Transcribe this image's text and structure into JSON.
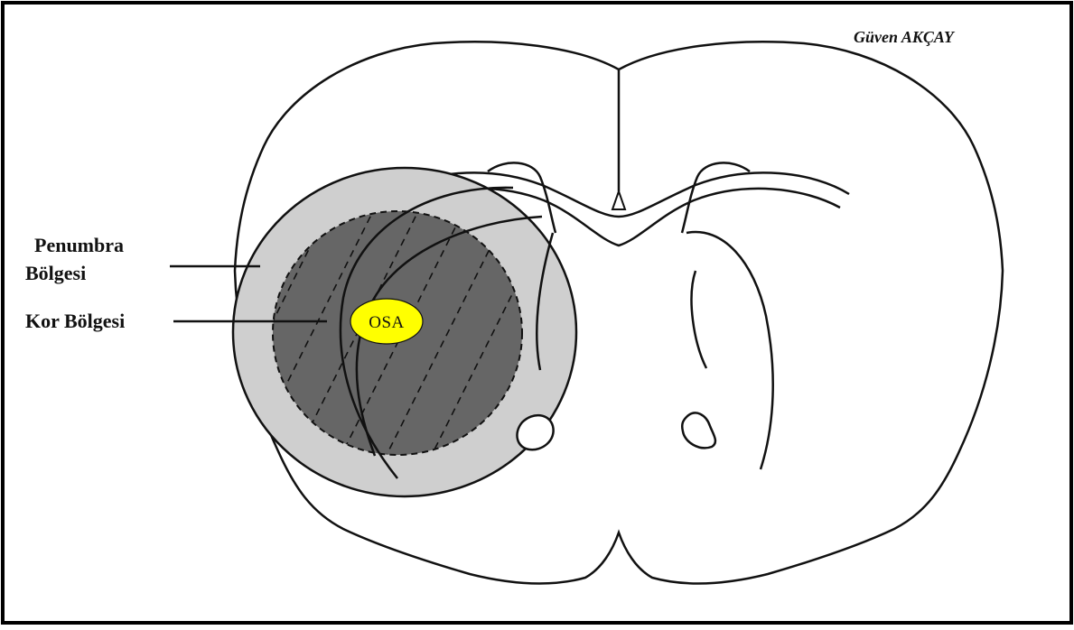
{
  "diagram": {
    "author": "Güven AKÇAY",
    "labels": {
      "penumbra_line1": "Penumbra",
      "penumbra_line2": "Bölgesi",
      "core": "Kor Bölgesi",
      "osa": "OSA"
    },
    "colors": {
      "border": "#000000",
      "penumbra_fill": "#cfcfcf",
      "core_fill": "#666666",
      "osa_fill": "#ffff00",
      "brain_fill": "#ffffff",
      "stroke": "#111111"
    }
  }
}
